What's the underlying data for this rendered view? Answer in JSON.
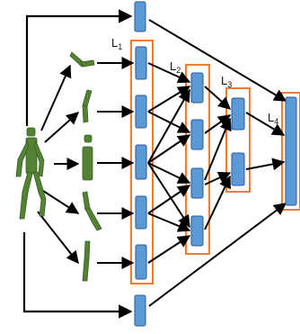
{
  "layers": [
    {
      "label": "L",
      "subscript": "1"
    },
    {
      "label": "L",
      "subscript": "2"
    },
    {
      "label": "L",
      "subscript": "3"
    },
    {
      "label": "L",
      "subscript": "4"
    }
  ],
  "colors": {
    "node_fill": "#5B9BD5",
    "node_stroke": "#2F5597",
    "box_stroke": "#ED7D31",
    "figure": "#548235",
    "arrow": "#000000"
  },
  "icons": {
    "full_body": "human-skeleton-icon",
    "parts": [
      "arm-segment-icon",
      "arm-segment-icon",
      "torso-segment-icon",
      "leg-segment-icon",
      "leg-segment-icon"
    ]
  }
}
